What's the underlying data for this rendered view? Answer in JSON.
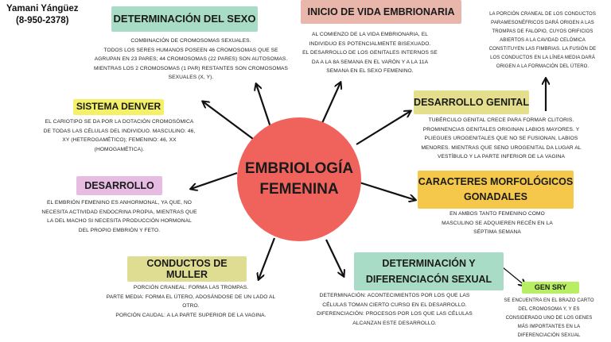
{
  "author": {
    "name": "Yamani Yángüez",
    "id": "(8-950-2378)"
  },
  "center": {
    "line1": "EMBRIOLOGÍA",
    "line2": "FEMENINA",
    "color": "#f0635c"
  },
  "nodes": {
    "determinacion_sexo": {
      "title": "DETERMINACIÓN DEL SEXO",
      "color": "#a9dcc7",
      "text": [
        "COMBINACIÓN DE CROMOSOMAS SEXUALES.",
        "TODOS LOS SERES HUMANOS POSEEN 46 CROMOSOMAS QUE SE",
        "AGRUPAN EN 23 PARES; 44 CROMOSOMAS (22 PARES) SON AUTOSOMAS.",
        "MIENTRAS LOS 2 CROMOSOMAS (1 PAR) RESTANTES SON CROMOSOMAS",
        "SEXUALES (X, Y)."
      ]
    },
    "inicio_vida": {
      "title": "INICIO DE VIDA EMBRIONARIA",
      "color": "#e8b6ab",
      "text": [
        "AL COMIENZO DE LA VIDA EMBRIONARIA, EL",
        "INDIVIDUO ES POTENCIALMENTE BISEXUADO.",
        "EL DESARROLLO DE LOS GENITALES INTERNOS SE",
        "DA A LA 8A SEMANA EN EL VARÓN Y A LA 11A",
        "SEMANA EN EL SEXO FEMENINO."
      ]
    },
    "porcion_craneal": {
      "text": [
        "LA PORCIÓN CRANEAL DE LOS CONDUCTOS",
        "PARAMESONÉFRICOS DARÁ ORIGEN A LAS",
        "TROMPAS DE FALOPIO, CUYOS ORIFICIOS",
        "ABIERTOS A LA CAVIDAD CELÓMICA",
        "CONSTITUYEN LAS FIMBRIAS. LA FUSIÓN DE",
        "LOS CONDUCTOS EN LA LÍNEA MEDIA DARÁ",
        "ORIGEN A LA FORMACIÓN DEL ÚTERO."
      ]
    },
    "sistema_denver": {
      "title": "SISTEMA DENVER",
      "color": "#f4f06a",
      "text": [
        "EL CARIOTIPO SE DA POR LA DOTACIÓN CROMOSÓMICA",
        "DE TODAS LAS CÉLULAS DEL INDIVIDUO. MASCULINO: 46,",
        "XY (HETEROGAMÉTICO); FEMENINO: 46, XX",
        "(HOMOGAMÉTICA)."
      ]
    },
    "desarrollo": {
      "title": "DESARROLLO",
      "color": "#e6bce2",
      "text": [
        "EL EMBRIÓN FEMENINO ES ANHORMONAL, YA QUE, NO",
        "NECESITA ACTIVIDAD ENDOCRINA PROPIA, MIENTRAS QUE",
        "LA DEL MACHO SI NECESITA PRODUCCIÓN HORMONAL",
        "DEL PROPIO EMBRIÓN Y FETO."
      ]
    },
    "desarrollo_genital": {
      "title": "DESARROLLO GENITAL",
      "color": "#e4df8c",
      "text": [
        "TUBÉRCULO GENITAL CRECE PARA FORMAR CLITORIS.",
        "PROMINENCIAS GENITALES ORIGINAN LABIOS MAYORES. Y",
        "PLIEGUES UROGENITALES QUE NO SE FUSIONAN, LABIOS",
        "MENORES. MIENTRAS QUE SENO UROGENITAL DA LUGAR AL",
        "VESTÍBULO Y LA PARTE INFERIOR DE LA VAGINA"
      ]
    },
    "caracteres": {
      "title1": "CARACTERES MORFOLÓGICOS",
      "title2": "GONADALES",
      "color": "#f5c84c",
      "text": [
        "EN AMBOS TANTO FEMENINO COMO",
        "MASCULINO SE ADQUIEREN RECÉN EN LA",
        "SÉPTIMA SEMANA"
      ]
    },
    "conductos_muller": {
      "title": "CONDUCTOS DE MULLER",
      "color": "#dfdd92",
      "text": [
        "PORCIÓN CRANEAL: FORMA LAS TROMPAS.",
        "PARTE MEDIA: FORMA EL ÚTERO, ADOSÁNDOSE DE UN LADO AL",
        "OTRO.",
        "PORCIÓN CAUDAL: A LA PARTE SUPERIOR DE LA VAGINA."
      ]
    },
    "determinacion_diferenciacion": {
      "title1": "DETERMINACIÓN Y",
      "title2": "DIFERENCIACÓN SEXUAL",
      "color": "#a9dcc7",
      "text": [
        "DETERMINACIÓN: ACONTECIMIENTOS POR LOS QUE LAS",
        "CÉLULAS TOMAN CIERTO CURSO EN EL DESARROLLO.",
        "DIFERENCIACIÓN:  PROCESOS POR LOS QUE LAS CÉLULAS",
        "ALCANZAN ESTE DESARROLLO."
      ]
    },
    "gen_sry": {
      "title": "GEN SRY",
      "color": "#b8ef62",
      "text": [
        "SE ENCUENTRA EN EL BRAZO CARTO",
        "DEL CROMOSOMA Y, Y ES",
        "CONSIDERADO UNO DE LOS GENES",
        "MÁS IMPORTANTES EN LA",
        "DIFERENCIACIÓN SEXUAL"
      ]
    }
  }
}
